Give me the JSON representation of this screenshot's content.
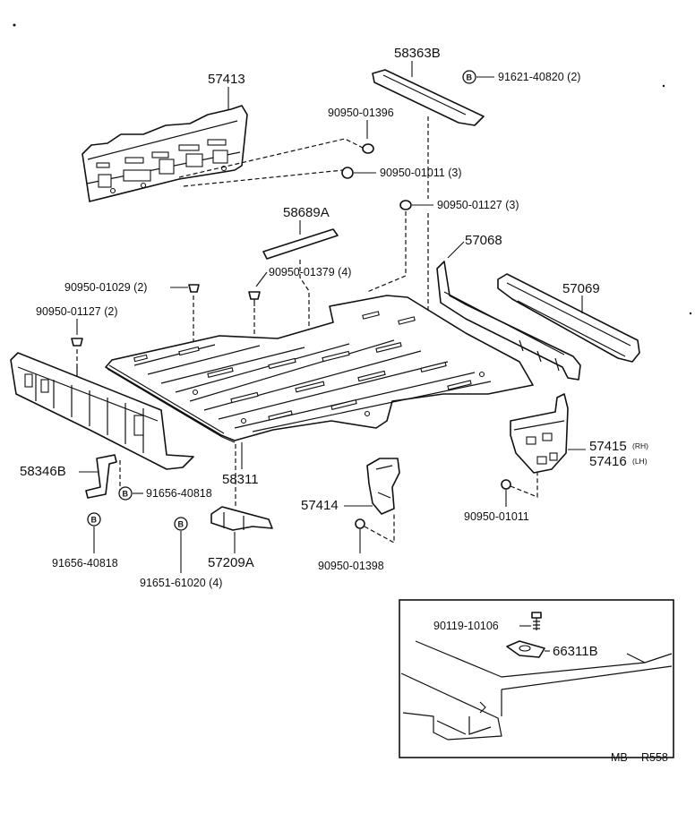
{
  "diagram": {
    "parts": [
      {
        "id": "p57413",
        "number": "57413"
      },
      {
        "id": "p58363B",
        "number": "58363B"
      },
      {
        "id": "p91621",
        "number": "91621-40820",
        "qty": "(2)",
        "circled": "B"
      },
      {
        "id": "p90950_01396",
        "number": "90950-01396"
      },
      {
        "id": "p90950_01011a",
        "number": "90950-01011",
        "qty": "(3)"
      },
      {
        "id": "p90950_01127a",
        "number": "90950-01127",
        "qty": "(3)"
      },
      {
        "id": "p58689A",
        "number": "58689A"
      },
      {
        "id": "p57068",
        "number": "57068"
      },
      {
        "id": "p57069",
        "number": "57069"
      },
      {
        "id": "p90950_01379",
        "number": "90950-01379",
        "qty": "(4)"
      },
      {
        "id": "p90950_01029",
        "number": "90950-01029",
        "qty": "(2)"
      },
      {
        "id": "p90950_01127b",
        "number": "90950-01127",
        "qty": "(2)"
      },
      {
        "id": "p58346B",
        "number": "58346B"
      },
      {
        "id": "p91656_a",
        "number": "91656-40818",
        "circled": "B"
      },
      {
        "id": "p91656_b",
        "number": "91656-40818",
        "circled": "B"
      },
      {
        "id": "p58311",
        "number": "58311"
      },
      {
        "id": "p57414",
        "number": "57414"
      },
      {
        "id": "p90950_01398",
        "number": "90950-01398"
      },
      {
        "id": "p57415",
        "number": "57415",
        "side": "(RH)"
      },
      {
        "id": "p57416",
        "number": "57416",
        "side": "(LH)"
      },
      {
        "id": "p90950_01011b",
        "number": "90950-01011"
      },
      {
        "id": "p57209A",
        "number": "57209A"
      },
      {
        "id": "p91651",
        "number": "91651-61020",
        "qty": "(4)",
        "circled": "B"
      },
      {
        "id": "p90119",
        "number": "90119-10106"
      },
      {
        "id": "p66311B",
        "number": "66311B"
      }
    ],
    "footer_code": "MB",
    "footer_ref": "R558",
    "colors": {
      "line": "#111111",
      "background": "#ffffff"
    }
  }
}
